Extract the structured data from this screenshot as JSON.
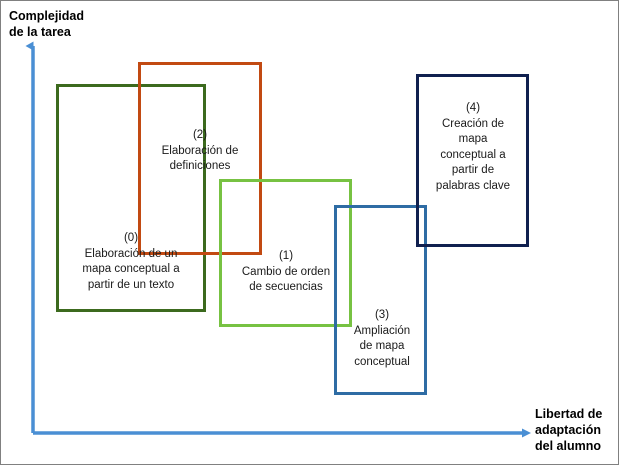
{
  "figure": {
    "kind": "two-axis positioning diagram",
    "background_color": "#ffffff",
    "frame_color": "#808080"
  },
  "axes": {
    "color": "#4a8fd4",
    "y": {
      "label": "Complejidad\nde la tarea",
      "orientation": "vertical",
      "arrow": "up"
    },
    "x": {
      "label": "Libertad de\nadaptación\ndel alumno",
      "orientation": "horizontal",
      "arrow": "right"
    }
  },
  "boxes": [
    {
      "id": "0",
      "number": "(0)",
      "text": "(0)\nElaboración de un\nmapa conceptual a\npartir de un texto",
      "color": "#3c6a1e",
      "color_name": "dark-green"
    },
    {
      "id": "2",
      "number": "(2)",
      "text": "(2)\nElaboración de\ndefiniciones",
      "color": "#c24a12",
      "color_name": "rust-orange"
    },
    {
      "id": "1",
      "number": "(1)",
      "text": "(1)\nCambio de orden\nde secuencias",
      "color": "#77c242",
      "color_name": "bright-green"
    },
    {
      "id": "3",
      "number": "(3)",
      "text": "(3)\nAmpliación\nde mapa\nconceptual",
      "color": "#2e6ca4",
      "color_name": "medium-blue"
    },
    {
      "id": "4",
      "number": "(4)",
      "text": "(4)\nCreación de\nmapa\nconceptual a\npartir de\npalabras clave",
      "color": "#10204f",
      "color_name": "navy-blue"
    }
  ]
}
